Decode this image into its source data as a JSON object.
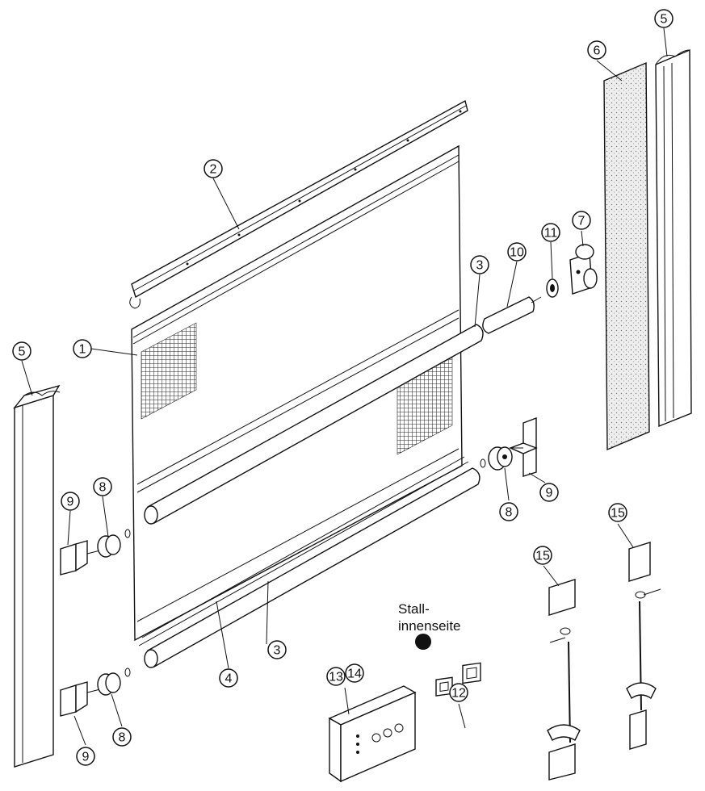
{
  "callouts": [
    {
      "id": "c1",
      "label": "1"
    },
    {
      "id": "c2",
      "label": "2"
    },
    {
      "id": "c3a",
      "label": "3"
    },
    {
      "id": "c3b",
      "label": "3"
    },
    {
      "id": "c4",
      "label": "4"
    },
    {
      "id": "c5a",
      "label": "5"
    },
    {
      "id": "c5b",
      "label": "5"
    },
    {
      "id": "c6",
      "label": "6"
    },
    {
      "id": "c7",
      "label": "7"
    },
    {
      "id": "c8a",
      "label": "8"
    },
    {
      "id": "c8b",
      "label": "8"
    },
    {
      "id": "c8c",
      "label": "8"
    },
    {
      "id": "c9a",
      "label": "9"
    },
    {
      "id": "c9b",
      "label": "9"
    },
    {
      "id": "c9c",
      "label": "9"
    },
    {
      "id": "c10",
      "label": "10"
    },
    {
      "id": "c11",
      "label": "11"
    },
    {
      "id": "c12",
      "label": "12"
    },
    {
      "id": "c13",
      "label": "13"
    },
    {
      "id": "c14",
      "label": "14"
    },
    {
      "id": "c15a",
      "label": "15"
    },
    {
      "id": "c15b",
      "label": "15"
    }
  ],
  "note": {
    "line1": "Stall-",
    "line2": "innenseite"
  }
}
